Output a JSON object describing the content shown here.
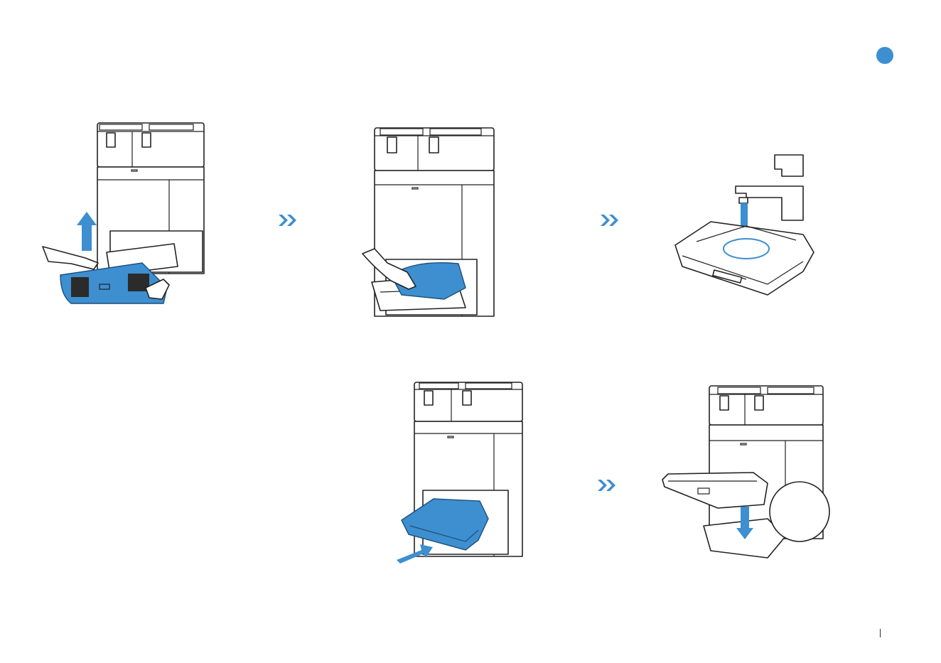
{
  "document": {
    "step_marker_color": "#3d8fd0",
    "accent_blue": "#3d8fd0",
    "icons": [
      "double-chevron-right-icon",
      "arrow-up-icon",
      "arrow-down-icon",
      "arrow-right-icon",
      "faucet-icon"
    ],
    "panels": [
      {
        "id": "remove-mop-cover"
      },
      {
        "id": "pull-out-washboard"
      },
      {
        "id": "rinse-under-faucet"
      },
      {
        "id": "slide-washboard-in"
      },
      {
        "id": "reinstall-cover"
      }
    ]
  }
}
